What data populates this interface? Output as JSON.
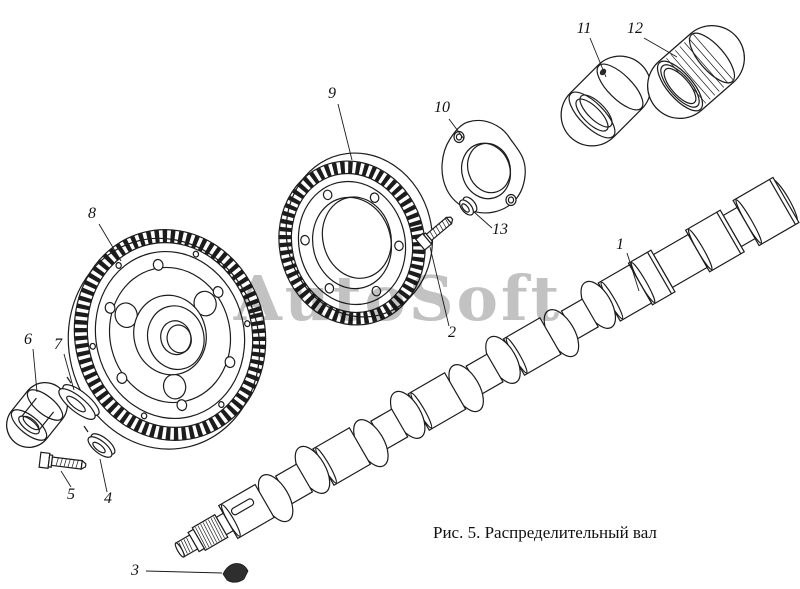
{
  "figure": {
    "caption": "Рис. 5. Распределительный вал",
    "watermark": "AutoSoft"
  },
  "labels": [
    "1",
    "2",
    "3",
    "4",
    "5",
    "6",
    "7",
    "8",
    "9",
    "10",
    "11",
    "12",
    "13"
  ]
}
